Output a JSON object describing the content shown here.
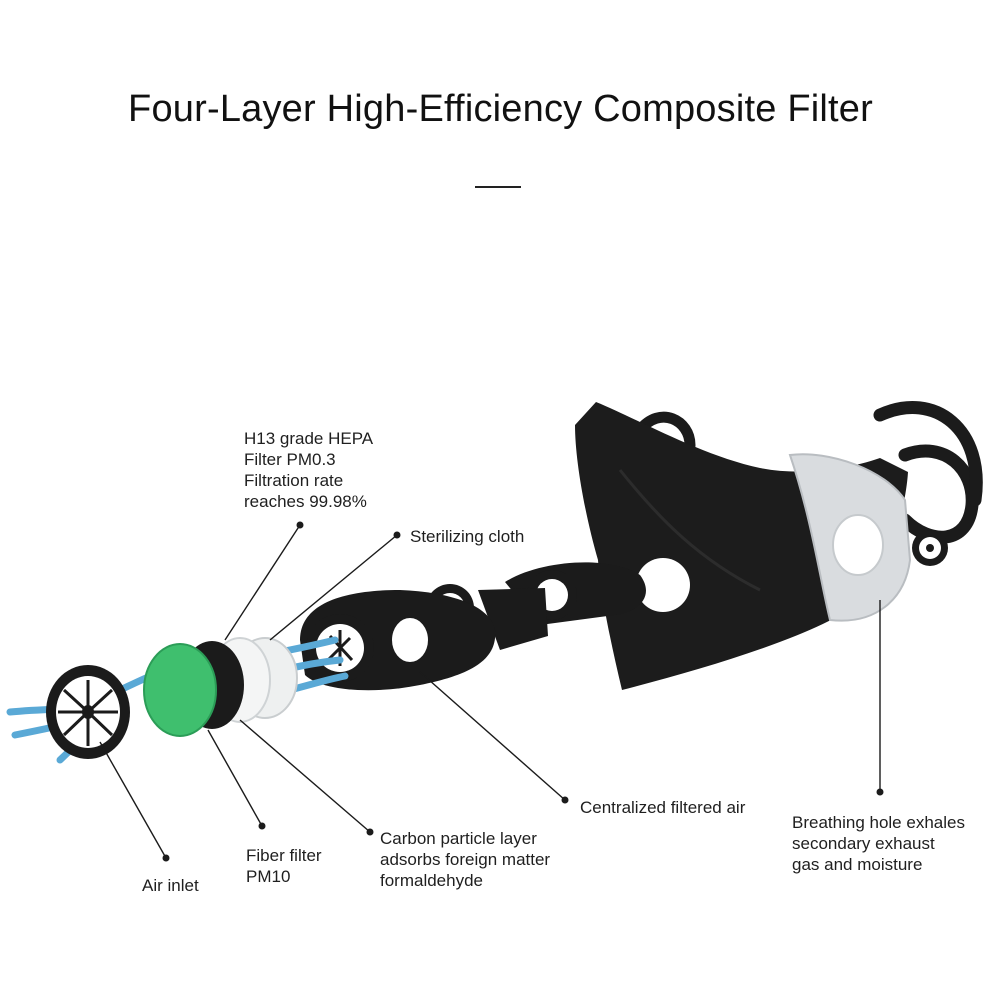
{
  "title": "Four-Layer High-Efficiency Composite Filter",
  "labels": {
    "hepa": [
      "H13 grade HEPA",
      "Filter PM0.3",
      "Filtration rate",
      "reaches 99.98%"
    ],
    "sterilizing": "Sterilizing cloth",
    "centralized": "Centralized filtered air",
    "breathing_hole": [
      "Breathing hole exhales",
      "secondary exhaust",
      "gas and moisture"
    ],
    "carbon": [
      "Carbon particle layer",
      "adsorbs foreign matter",
      "formaldehyde"
    ],
    "fiber": [
      "Fiber filter",
      "PM10"
    ],
    "air_inlet": "Air inlet"
  },
  "colors": {
    "mask": "#1b1b1b",
    "hepa_layer": "#3fbf6e",
    "airflow": "#5aa9d6",
    "valve_housing": "#d9dcdf",
    "sterilizing_layer": "#eef0f0"
  },
  "icons": {
    "mask": "face-mask-illustration",
    "valve": "breathing-valve-icon",
    "inlet": "fan-grille-icon"
  }
}
